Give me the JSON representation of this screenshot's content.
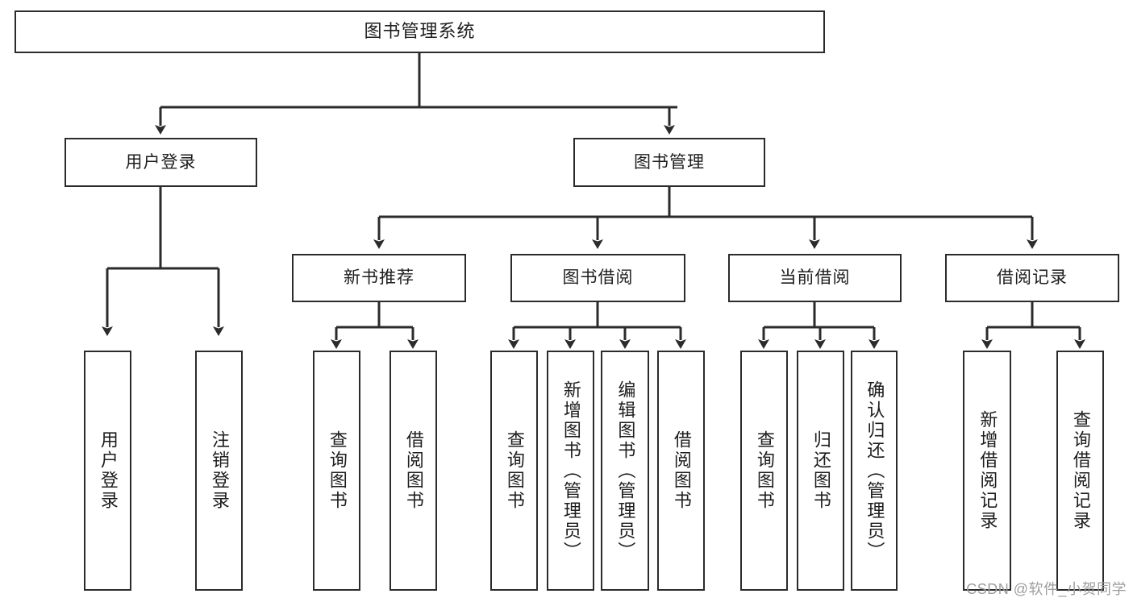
{
  "diagram": {
    "title": "图书管理系统",
    "type": "org-chart",
    "colors": {
      "box_border": "#2b2b2b",
      "box_fill": "#ffffff",
      "connector": "#2b2b2b",
      "text": "#1d1d1d",
      "watermark": "#9d9d9d",
      "background": "#ffffff"
    },
    "levels": {
      "root": {
        "label": "图书管理系统"
      },
      "level2": [
        {
          "label": "用户登录"
        },
        {
          "label": "图书管理"
        }
      ],
      "level3": [
        {
          "label": "新书推荐"
        },
        {
          "label": "图书借阅"
        },
        {
          "label": "当前借阅"
        },
        {
          "label": "借阅记录"
        }
      ],
      "leaves": {
        "user_login": [
          {
            "label": "用户登录"
          },
          {
            "label": "注销登录"
          }
        ],
        "new_book_recommend": [
          {
            "label": "查询图书"
          },
          {
            "label": "借阅图书"
          }
        ],
        "book_borrow": [
          {
            "label": "查询图书"
          },
          {
            "label": "新增图书（管理员）"
          },
          {
            "label": "编辑图书（管理员）"
          },
          {
            "label": "借阅图书"
          }
        ],
        "current_borrow": [
          {
            "label": "查询图书"
          },
          {
            "label": "归还图书"
          },
          {
            "label": "确认归还（管理员）"
          }
        ],
        "borrow_record": [
          {
            "label": "新增借阅记录"
          },
          {
            "label": "查询借阅记录"
          }
        ]
      }
    },
    "watermark": "CSDN @软件_小贺同学"
  }
}
